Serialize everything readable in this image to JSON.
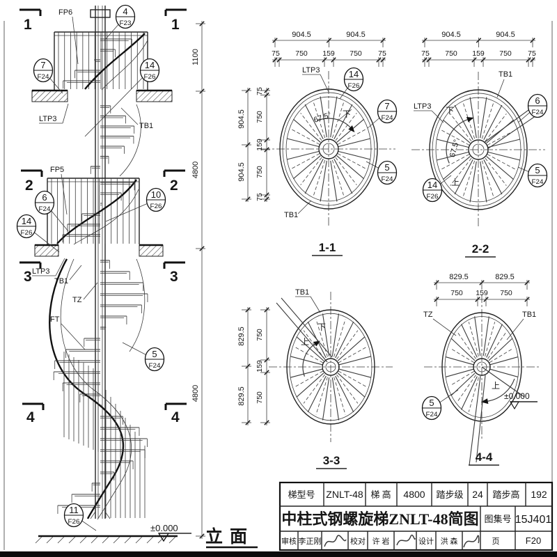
{
  "drawing": {
    "elevation": {
      "caption": "立面",
      "sections": [
        "1",
        "2",
        "3",
        "4"
      ],
      "labels": {
        "fp6": "FP6",
        "fp5": "FP5",
        "ltp3_top": "LTP3",
        "tb1_top": "TB1",
        "ltp3_mid": "LTP3",
        "tb1_mid": "TB1",
        "tz": "TZ",
        "ft": "FT",
        "level_zero": "±0.000"
      },
      "dims": {
        "h1": "1100",
        "h2": "4800",
        "h3": "4800"
      }
    },
    "balloons": {
      "e4": {
        "num": "4",
        "ref": "F23"
      },
      "e7": {
        "num": "7",
        "ref": "F24"
      },
      "e14a": {
        "num": "14",
        "ref": "F26"
      },
      "e6": {
        "num": "6",
        "ref": "F24"
      },
      "e10": {
        "num": "10",
        "ref": "F26"
      },
      "e14b": {
        "num": "14",
        "ref": "F26"
      },
      "e5": {
        "num": "5",
        "ref": "F24"
      },
      "e11": {
        "num": "11",
        "ref": "F26"
      },
      "p14": {
        "num": "14",
        "ref": "F26"
      },
      "p7": {
        "num": "7",
        "ref": "F24"
      },
      "p5a": {
        "num": "5",
        "ref": "F24"
      },
      "p6": {
        "num": "6",
        "ref": "F24"
      },
      "p14b": {
        "num": "14",
        "ref": "F26"
      },
      "p5b": {
        "num": "5",
        "ref": "F24"
      },
      "p5c": {
        "num": "5",
        "ref": "F24"
      }
    },
    "plans": {
      "p11": {
        "title": "1-1",
        "ltp3": "LTP3",
        "tb1": "TB1",
        "angle": "67.5°",
        "down": "下",
        "dim_outer": [
          "904.5",
          "904.5"
        ],
        "dim_inner": [
          "75",
          "750",
          "159",
          "750",
          "75"
        ],
        "left_outer": [
          "904.5",
          "904.5"
        ],
        "left_inner": [
          "75",
          "750",
          "159",
          "750",
          "75"
        ]
      },
      "p22": {
        "title": "2-2",
        "ltp3": "LTP3",
        "tb1": "TB1",
        "angle": "67.5°",
        "up": "上",
        "down": "下",
        "dim_outer": [
          "904.5",
          "904.5"
        ],
        "dim_inner": [
          "75",
          "750",
          "159",
          "750",
          "75"
        ]
      },
      "p33": {
        "title": "3-3",
        "tb1": "TB1",
        "up": "上",
        "down": "下",
        "left_outer": [
          "829.5",
          "829.5"
        ],
        "left_inner": [
          "750",
          "159",
          "750"
        ]
      },
      "p44": {
        "title": "4-4",
        "tz": "TZ",
        "tb1": "TB1",
        "up": "上",
        "level_zero": "±0.000",
        "dim_outer": [
          "829.5",
          "829.5"
        ],
        "dim_inner": [
          "750",
          "159",
          "750"
        ]
      }
    },
    "title_block": {
      "model_label": "梯型号",
      "model": "ZNLT-48",
      "height_label": "梯  高",
      "height": "4800",
      "steps_label": "踏步级",
      "steps": "24",
      "riser_label": "踏步高",
      "riser": "192",
      "title": "中柱式钢螺旋梯ZNLT-48简图",
      "atlas_label": "图集号",
      "atlas": "15J401",
      "review_label": "审核",
      "reviewer": "李正刚",
      "check_label": "校对",
      "checker": "许  岩",
      "design_label": "设计",
      "designer": "洪  森",
      "page_label": "页",
      "page": "F20"
    }
  }
}
